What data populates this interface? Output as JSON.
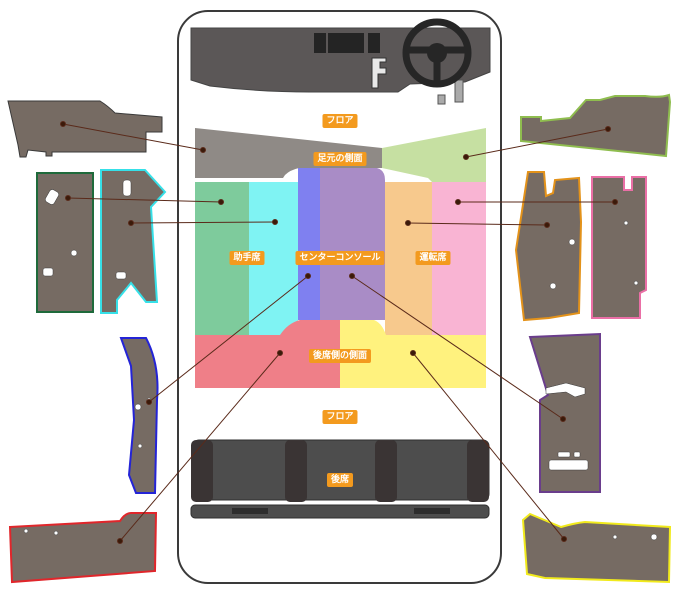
{
  "labels": {
    "floor_top": "フロア",
    "footwell_side": "足元の側面",
    "passenger_seat": "助手席",
    "center_console": "センターコンソール",
    "driver_seat": "運転席",
    "rear_side": "後席側の側面",
    "floor_bottom": "フロア",
    "rear_seat": "後席"
  },
  "colors": {
    "mat_fill": "#766b63",
    "label_bg": "#f39a1e",
    "footwell_left": "#8f8a86",
    "footwell_right": "#c6e0a2",
    "passenger_outer": "#7ecb9c",
    "passenger_inner": "#7ff3f3",
    "console_blue": "#7f80f0",
    "console_purple": "#a98cc6",
    "driver_inner": "#f7c98d",
    "driver_outer": "#f9b4d3",
    "rear_left": "#ef7f88",
    "rear_right": "#fff27e"
  },
  "mat_outlines": {
    "footwell_right": "#8fbd4f",
    "passenger_left": "#1e6a3b",
    "passenger_right": "#36e0e8",
    "console_left": "#2424d6",
    "driver_left": "#e3921a",
    "driver_right": "#ea6fa6",
    "console_right": "#6a3d8c",
    "rear_left": "#e0262b",
    "rear_right": "#f1ea1c"
  }
}
